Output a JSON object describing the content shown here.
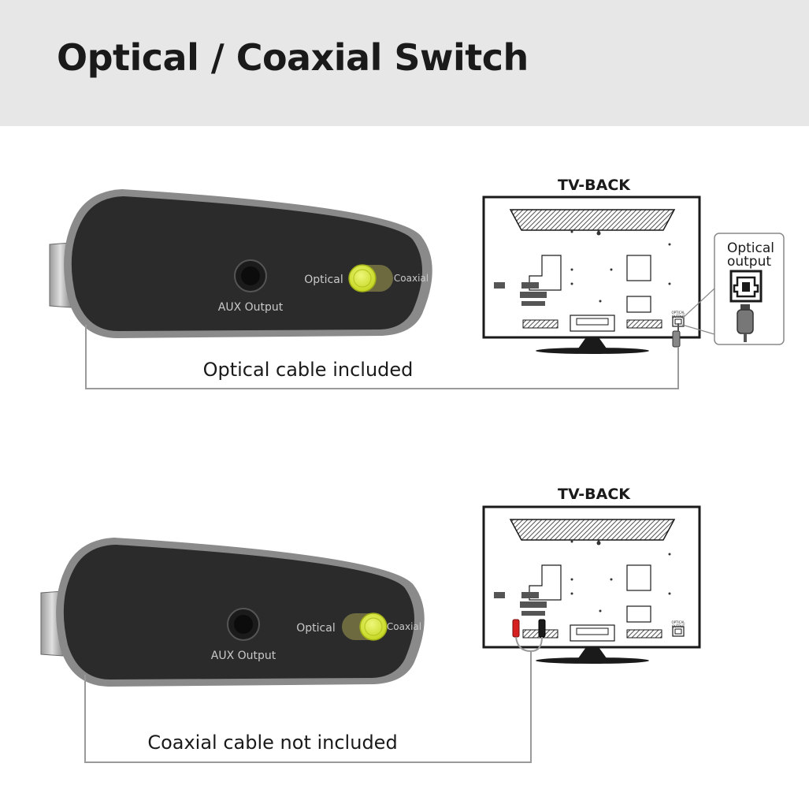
{
  "title": "Optical / Coaxial Switch",
  "panels": [
    {
      "tv_label": "TV-BACK",
      "switch_left_label": "Optical",
      "switch_right_label": "Coaxial",
      "aux_label": "AUX Output",
      "tv_port_label_line1": "OPTICAL",
      "tv_port_label_line2": "OUTPUT",
      "callout_line1": "Optical",
      "callout_line2": "output",
      "caption": "Optical cable included"
    },
    {
      "tv_label": "TV-BACK",
      "switch_left_label": "Optical",
      "switch_right_label": "Coaxial",
      "aux_label": "AUX Output",
      "tv_port_label_line1": "OPTICAL",
      "tv_port_label_line2": "OUTPUT",
      "caption": "Coaxial cable not included"
    }
  ],
  "colors": {
    "header_bg": "#e6e7e6",
    "device_body": "#2b2b2b",
    "device_rim": "#8a8a8a",
    "switch_knob": "#d7e83a",
    "rca_red": "#d62020"
  }
}
